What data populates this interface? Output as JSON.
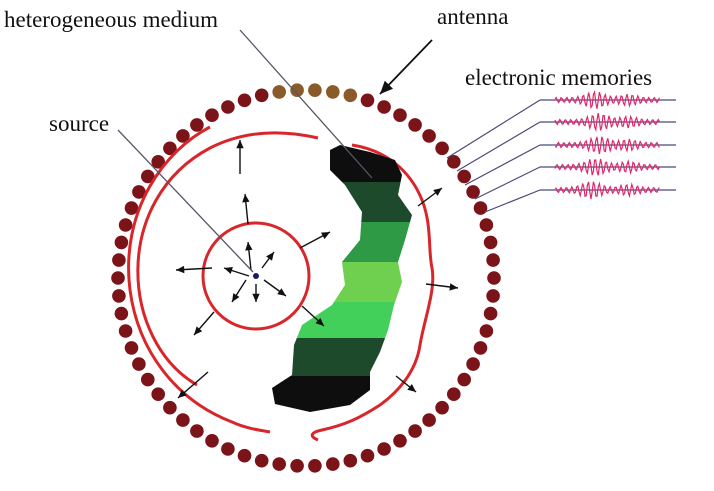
{
  "labels": {
    "heterogeneous_medium": "heterogeneous medium",
    "antenna": "antenna",
    "electronic_memories": "electronic memories",
    "source": "source"
  },
  "colors": {
    "antenna_element": "#7b1418",
    "antenna_element_active": "#8a5a2a",
    "wavefront": "#d8262b",
    "arrow": "#111111",
    "leader_line": "#555566",
    "memory_line": "#4a4a7a",
    "signal": "#e0266a",
    "source_point": "#1a1a6a",
    "medium_outer": "#0e0e0e",
    "medium_dark_green": "#1e4a2c",
    "medium_mid_green": "#2e9a46",
    "medium_bright_green": "#42d05a",
    "medium_light_green": "#6fcf4e"
  },
  "icons": {
    "antenna_element": "circle",
    "propagation_arrow": "arrow-icon",
    "source_point": "dot"
  }
}
